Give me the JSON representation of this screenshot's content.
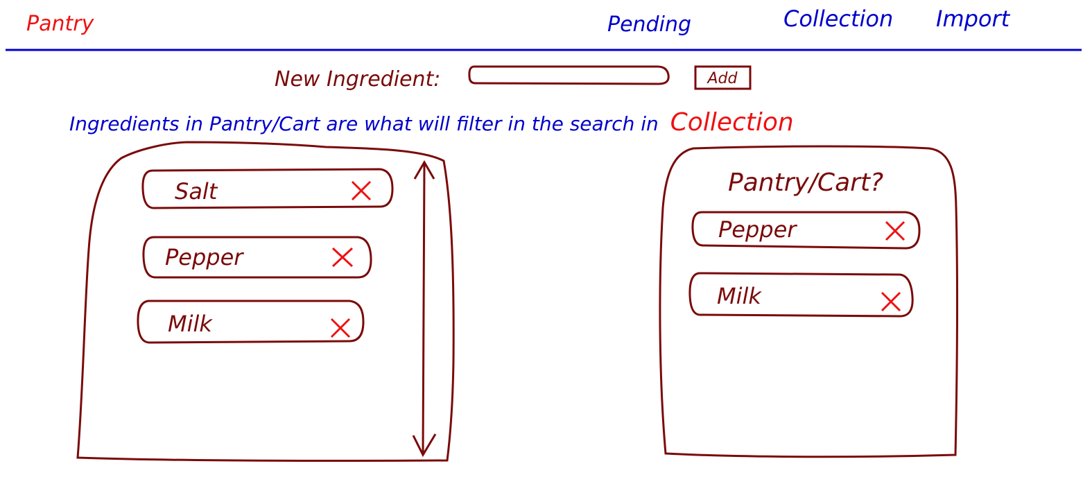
{
  "header": {
    "title": "Pantry",
    "nav": {
      "pending": "Pending",
      "collection": "Collection",
      "import": "Import"
    }
  },
  "new_ingredient": {
    "label": "New Ingredient:",
    "input_value": "",
    "add_label": "Add"
  },
  "note": {
    "text": "Ingredients in Pantry/Cart are what will filter in the search in",
    "highlight": "Collection"
  },
  "pantry_list": {
    "items": [
      {
        "label": "Salt"
      },
      {
        "label": "Pepper"
      },
      {
        "label": "Milk"
      }
    ]
  },
  "cart_panel": {
    "title": "Pantry/Cart?",
    "items": [
      {
        "label": "Pepper"
      },
      {
        "label": "Milk"
      }
    ]
  },
  "icons": {
    "remove": "close-icon",
    "scroll": "double-arrow-vertical-icon"
  },
  "colors": {
    "title": "#ee1111",
    "nav": "#0000cc",
    "sketch": "#7a0a0a",
    "remove": "#ee1111",
    "highlight": "#ee1111"
  }
}
